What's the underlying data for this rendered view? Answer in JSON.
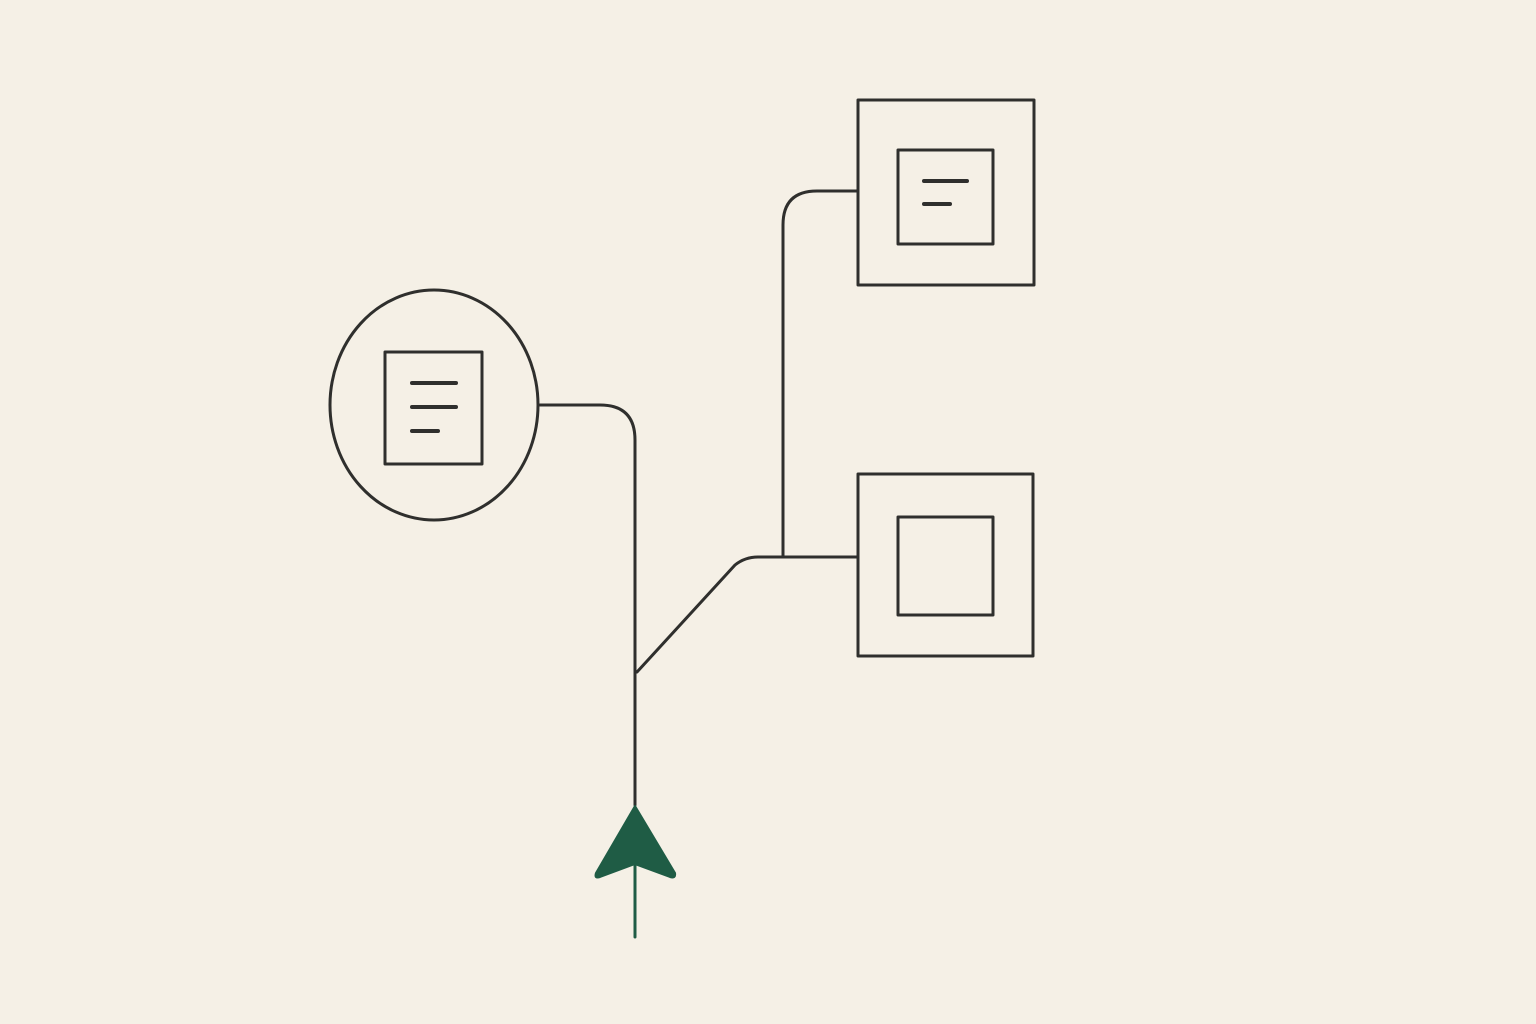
{
  "colors": {
    "background": "#f5f0e6",
    "line": "#2f2f2d",
    "accent": "#1f5c45"
  },
  "diagram": {
    "nodes": [
      {
        "id": "doc-circle-node",
        "shape": "circle",
        "icon": "document-icon",
        "lines": 3
      },
      {
        "id": "doc-square-node",
        "shape": "square",
        "icon": "document-icon",
        "lines": 2
      },
      {
        "id": "blank-square-node",
        "shape": "square",
        "icon": "blank-page-icon",
        "lines": 0
      }
    ],
    "connectors": [
      {
        "from": "start-arrow",
        "to": "doc-circle-node"
      },
      {
        "from": "start-arrow",
        "to": "blank-square-node"
      },
      {
        "from": "blank-square-node",
        "to": "doc-square-node"
      }
    ],
    "start": {
      "icon": "up-arrow-icon"
    }
  }
}
